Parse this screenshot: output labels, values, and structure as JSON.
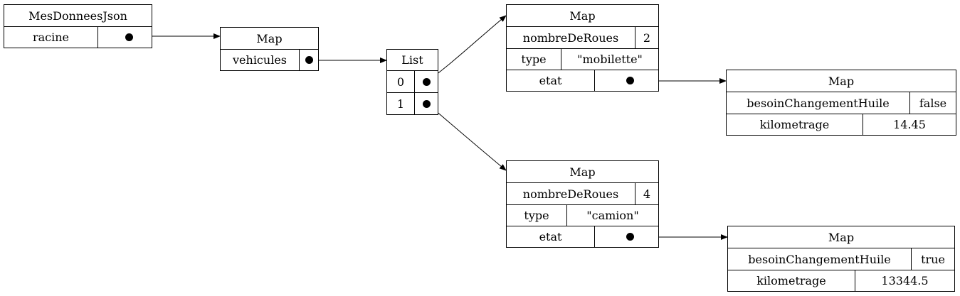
{
  "nodes": {
    "root": {
      "title": "MesDonneesJson",
      "key": "racine"
    },
    "map_vehicules": {
      "title": "Map",
      "key": "vehicules"
    },
    "list": {
      "title": "List",
      "item0": "0",
      "item1": "1"
    },
    "map_v0": {
      "title": "Map",
      "k1": "nombreDeRoues",
      "v1": "2",
      "k2": "type",
      "v2": "\"mobilette\"",
      "k3": "etat"
    },
    "map_v1": {
      "title": "Map",
      "k1": "nombreDeRoues",
      "v1": "4",
      "k2": "type",
      "v2": "\"camion\"",
      "k3": "etat"
    },
    "map_etat0": {
      "title": "Map",
      "k1": "besoinChangementHuile",
      "v1": "false",
      "k2": "kilometrage",
      "v2": "14.45"
    },
    "map_etat1": {
      "title": "Map",
      "k1": "besoinChangementHuile",
      "v1": "true",
      "k2": "kilometrage",
      "v2": "13344.5"
    }
  },
  "edges": [
    {
      "from": "racine",
      "to": "map_vehicules"
    },
    {
      "from": "vehicules",
      "to": "list"
    },
    {
      "from": "list[0]",
      "to": "map_v0"
    },
    {
      "from": "list[1]",
      "to": "map_v1"
    },
    {
      "from": "map_v0.etat",
      "to": "map_etat0"
    },
    {
      "from": "map_v1.etat",
      "to": "map_etat1"
    }
  ],
  "colors": {
    "stroke": "#000000",
    "background": "#ffffff"
  }
}
